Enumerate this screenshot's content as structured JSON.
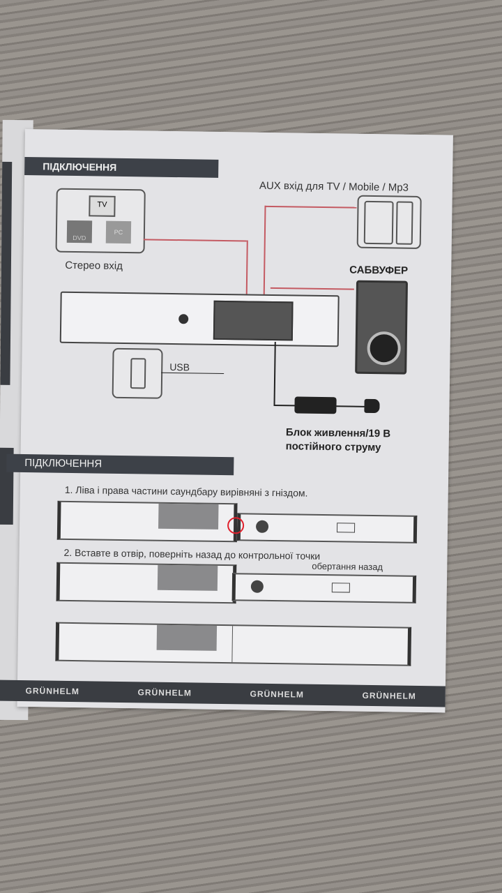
{
  "section1": {
    "title": "ПІДКЛЮЧЕННЯ",
    "aux_label": "AUX вхід для TV / Mobile / Mp3",
    "stereo_label": "Стерео вхід",
    "subwoofer_label": "САБВУФЕР",
    "usb_label": "USB",
    "power_label_line1": "Блок живлення/19 В",
    "power_label_line2": "постійного струму",
    "device_tv": "TV",
    "device_dvd": "DVD",
    "device_pc": "PC"
  },
  "section2": {
    "title": "ПІДКЛЮЧЕННЯ",
    "step1": "1. Ліва і права частини саундбару вирівняні з гніздом.",
    "step2": "2. Вставте в отвір, поверніть назад до контрольної точки",
    "rotate_label": "обертання назад"
  },
  "footer": {
    "brands": [
      "GRÜNHELM",
      "GRÜNHELM",
      "GRÜNHELM",
      "GRÜNHELM"
    ]
  },
  "colors": {
    "header": "#3d4148",
    "cable": "#c45a62",
    "paper": "#e3e3e6"
  }
}
